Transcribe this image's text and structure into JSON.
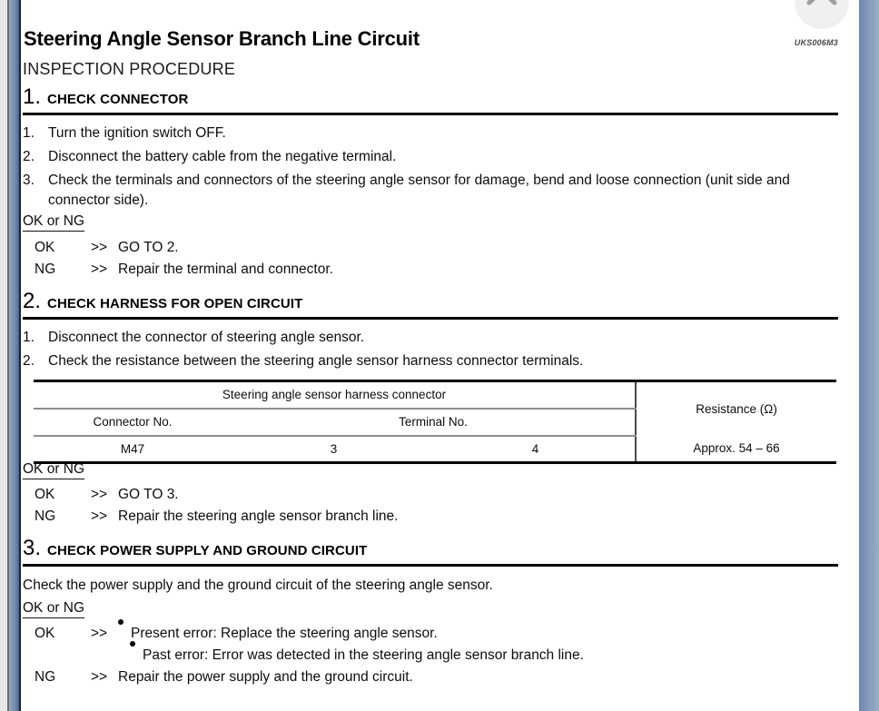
{
  "viewer": {
    "scroll_top_icon": "chevron-up-icon"
  },
  "document": {
    "title": "Steering Angle Sensor Branch Line Circuit",
    "reference_code": "UKS006M3",
    "section_label": "INSPECTION PROCEDURE"
  },
  "steps": [
    {
      "number": "1.",
      "title": "CHECK CONNECTOR",
      "items": [
        {
          "num": "1.",
          "text": "Turn the ignition switch OFF."
        },
        {
          "num": "2.",
          "text": "Disconnect the battery cable from the negative terminal."
        },
        {
          "num": "3.",
          "text": "Check the terminals and connectors of the steering angle sensor for damage, bend and loose connection (unit side and connector side)."
        }
      ],
      "okng_label": "OK or NG",
      "results": [
        {
          "key": "OK",
          "arrow": ">>",
          "value": "GO TO 2."
        },
        {
          "key": "NG",
          "arrow": ">>",
          "value": "Repair the terminal and connector."
        }
      ]
    },
    {
      "number": "2.",
      "title": "CHECK HARNESS FOR OPEN CIRCUIT",
      "items": [
        {
          "num": "1.",
          "text": "Disconnect the connector of steering angle sensor."
        },
        {
          "num": "2.",
          "text": "Check the resistance between the steering angle sensor harness connector terminals."
        }
      ],
      "okng_label": "OK or NG",
      "results": [
        {
          "key": "OK",
          "arrow": ">>",
          "value": "GO TO 3."
        },
        {
          "key": "NG",
          "arrow": ">>",
          "value": "Repair the steering angle sensor branch line."
        }
      ]
    },
    {
      "number": "3.",
      "title": "CHECK POWER SUPPLY AND GROUND CIRCUIT",
      "body": "Check the power supply and the ground circuit of the steering angle sensor.",
      "okng_label": "OK or NG",
      "results": [
        {
          "key": "OK",
          "arrow": ">>",
          "value": "Present error: Replace the steering angle sensor."
        },
        {
          "key": "",
          "arrow": "",
          "value": "Past error: Error was detected in the steering angle sensor branch line."
        },
        {
          "key": "NG",
          "arrow": ">>",
          "value": "Repair the power supply and the ground circuit."
        }
      ]
    }
  ],
  "spec_table": {
    "group_header": "Steering angle sensor harness connector",
    "resistance_header": "Resistance (Ω)",
    "sub_headers": {
      "connector_no": "Connector No.",
      "terminal_no": "Terminal No."
    },
    "row": {
      "connector_no": "M47",
      "terminal_a": "3",
      "terminal_b": "4",
      "resistance": "Approx. 54 – 66"
    }
  },
  "colors": {
    "frame": "#6f89ad",
    "rule": "#000000",
    "text": "#0d0d0d"
  }
}
